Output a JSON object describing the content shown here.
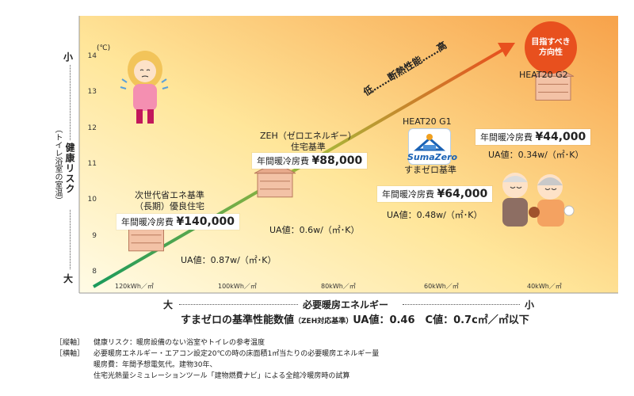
{
  "chart_data": {
    "type": "scatter",
    "title": "",
    "y_axis": {
      "unit": "(℃)",
      "ticks": [
        "8",
        "9",
        "10",
        "11",
        "12",
        "13",
        "14"
      ],
      "ylim": [
        8,
        14
      ],
      "top_marker": "小",
      "bottom_marker": "大",
      "label": "健康リスク",
      "sublabel": "（トイレ浴室の室温）"
    },
    "x_axis": {
      "ticks": [
        "120kWh／㎡",
        "100kWh／㎡",
        "80kWh／㎡",
        "60kWh／㎡",
        "40kWh／㎡"
      ],
      "label": "必要暖房エネルギー",
      "left_marker": "大",
      "right_marker": "小"
    },
    "trend_label": "低……断熱性能……高",
    "goal_badge": [
      "目指すべき",
      "方向性"
    ],
    "points": [
      {
        "name_lines": [
          "次世代省エネ基準",
          "（長期）優良住宅"
        ],
        "cost_prefix": "年間暖冷房費",
        "cost": "¥140,000",
        "ua": "UA値：0.87w/（㎡･K）",
        "energy": 117,
        "temp": 8.6
      },
      {
        "name_lines": [
          "ZEH（ゼロエネルギー）",
          "住宅基準"
        ],
        "cost_prefix": "年間暖冷房費",
        "cost": "¥88,000",
        "ua": "UA値：0.6w/（㎡･K）",
        "energy": 92,
        "temp": 10.1
      },
      {
        "name_lines": [
          "HEAT20 G1"
        ],
        "logo": "SumaZero",
        "logo_caption": "すまゼロ基準",
        "cost_prefix": "年間暖冷房費",
        "cost": "¥64,000",
        "ua": "UA値：0.48w/（㎡･K）",
        "energy": 57,
        "temp": 10.3
      },
      {
        "name_lines": [
          "HEAT20 G2"
        ],
        "cost_prefix": "年間暖冷房費",
        "cost": "¥44,000",
        "ua": "UA値：0.34w/（㎡･K）",
        "energy": 38,
        "temp": 12.8
      }
    ]
  },
  "summary": {
    "main": "すまゼロの基準性能数値",
    "small": "（ZEH対応基準）",
    "ua": "UA値：0.46　C値：0.7c㎡／㎡以下"
  },
  "notes": [
    {
      "tag": "［縦軸］",
      "text": "健康リスク：暖房設備のない浴室やトイレの参考温度"
    },
    {
      "tag": "［横軸］",
      "text": "必要暖房エネルギー・エアコン設定20℃の時の床面積1㎡当たりの必要暖房エネルギー量"
    },
    {
      "tag": "",
      "text": "暖房費：年間予想電気代。建物30年、"
    },
    {
      "tag": "",
      "text": "住宅光熱量シミュレーションツール「建物燃費ナビ」による全館冷暖房時の試算"
    }
  ],
  "colors": {
    "bg_start": "#fff6cc",
    "bg_end": "#f9a44a",
    "arrow_start": "#1a9a5c",
    "arrow_end": "#e8501e",
    "house": "#e7a98b",
    "badge": "#e8501e"
  },
  "icons": [
    "cold-woman-illustration",
    "elderly-couple-illustration",
    "house-icon",
    "sumazero-logo-icon"
  ]
}
